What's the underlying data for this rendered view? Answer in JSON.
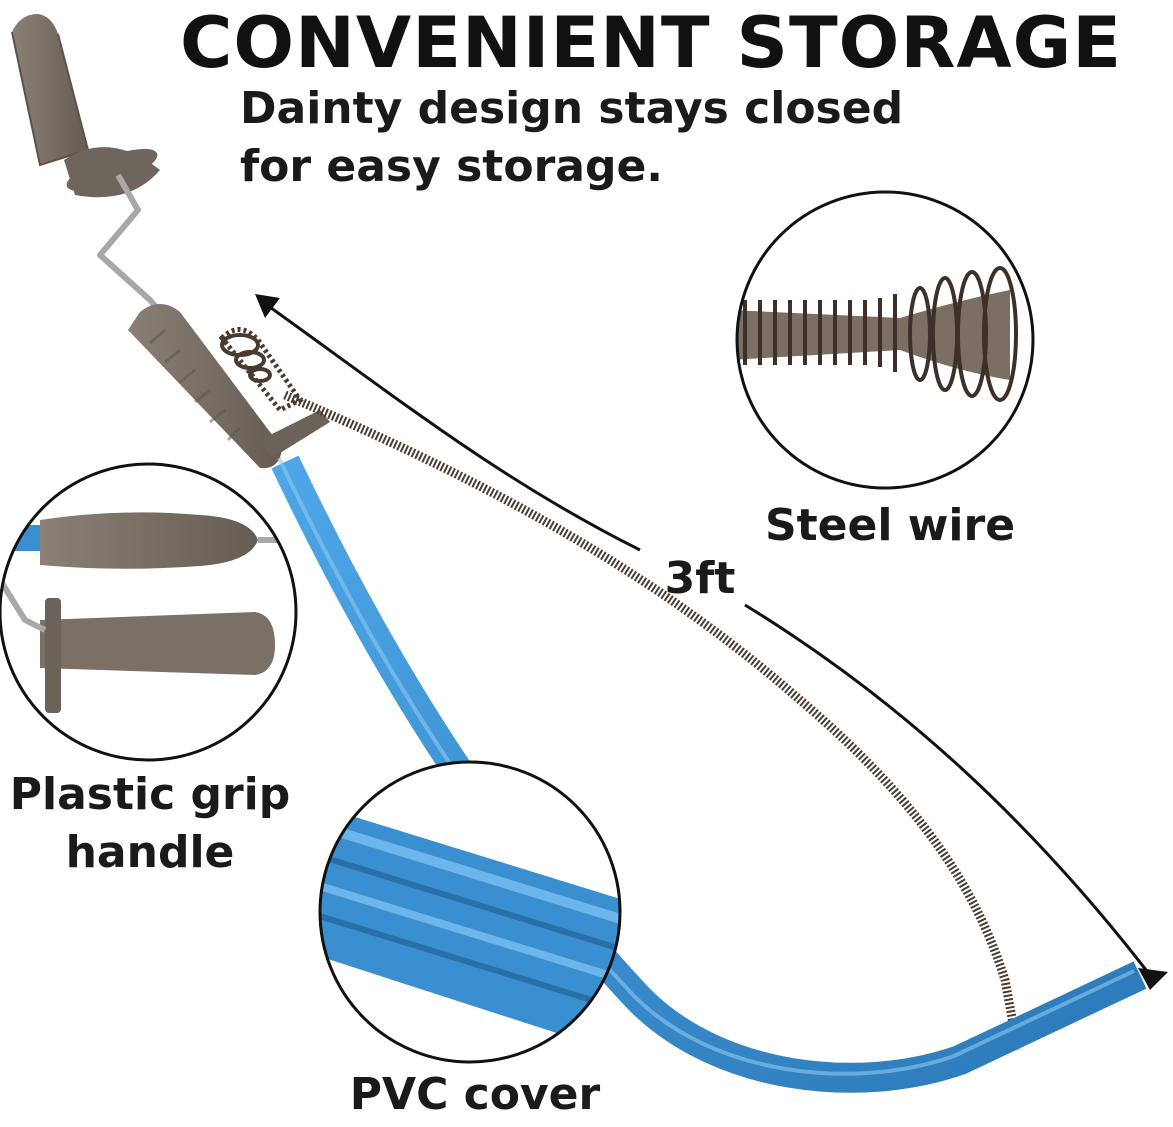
{
  "headline": "CONVENIENT STORAGE",
  "subhead": {
    "line1": "Dainty design stays closed",
    "line2": "for easy storage."
  },
  "callouts": {
    "steel_wire": "Steel wire",
    "plastic_grip": {
      "line1": "Plastic grip",
      "line2": "handle"
    },
    "pvc_cover": "PVC cover"
  },
  "length_label": "3ft",
  "colors": {
    "pvc_blue": "#3a8fd0",
    "pvc_blue_dark": "#2a6fa8",
    "handle_gray": "#7a7066",
    "handle_dark": "#5f564d",
    "wire_brown": "#4a3b30",
    "steel": "#9a9a9a"
  }
}
